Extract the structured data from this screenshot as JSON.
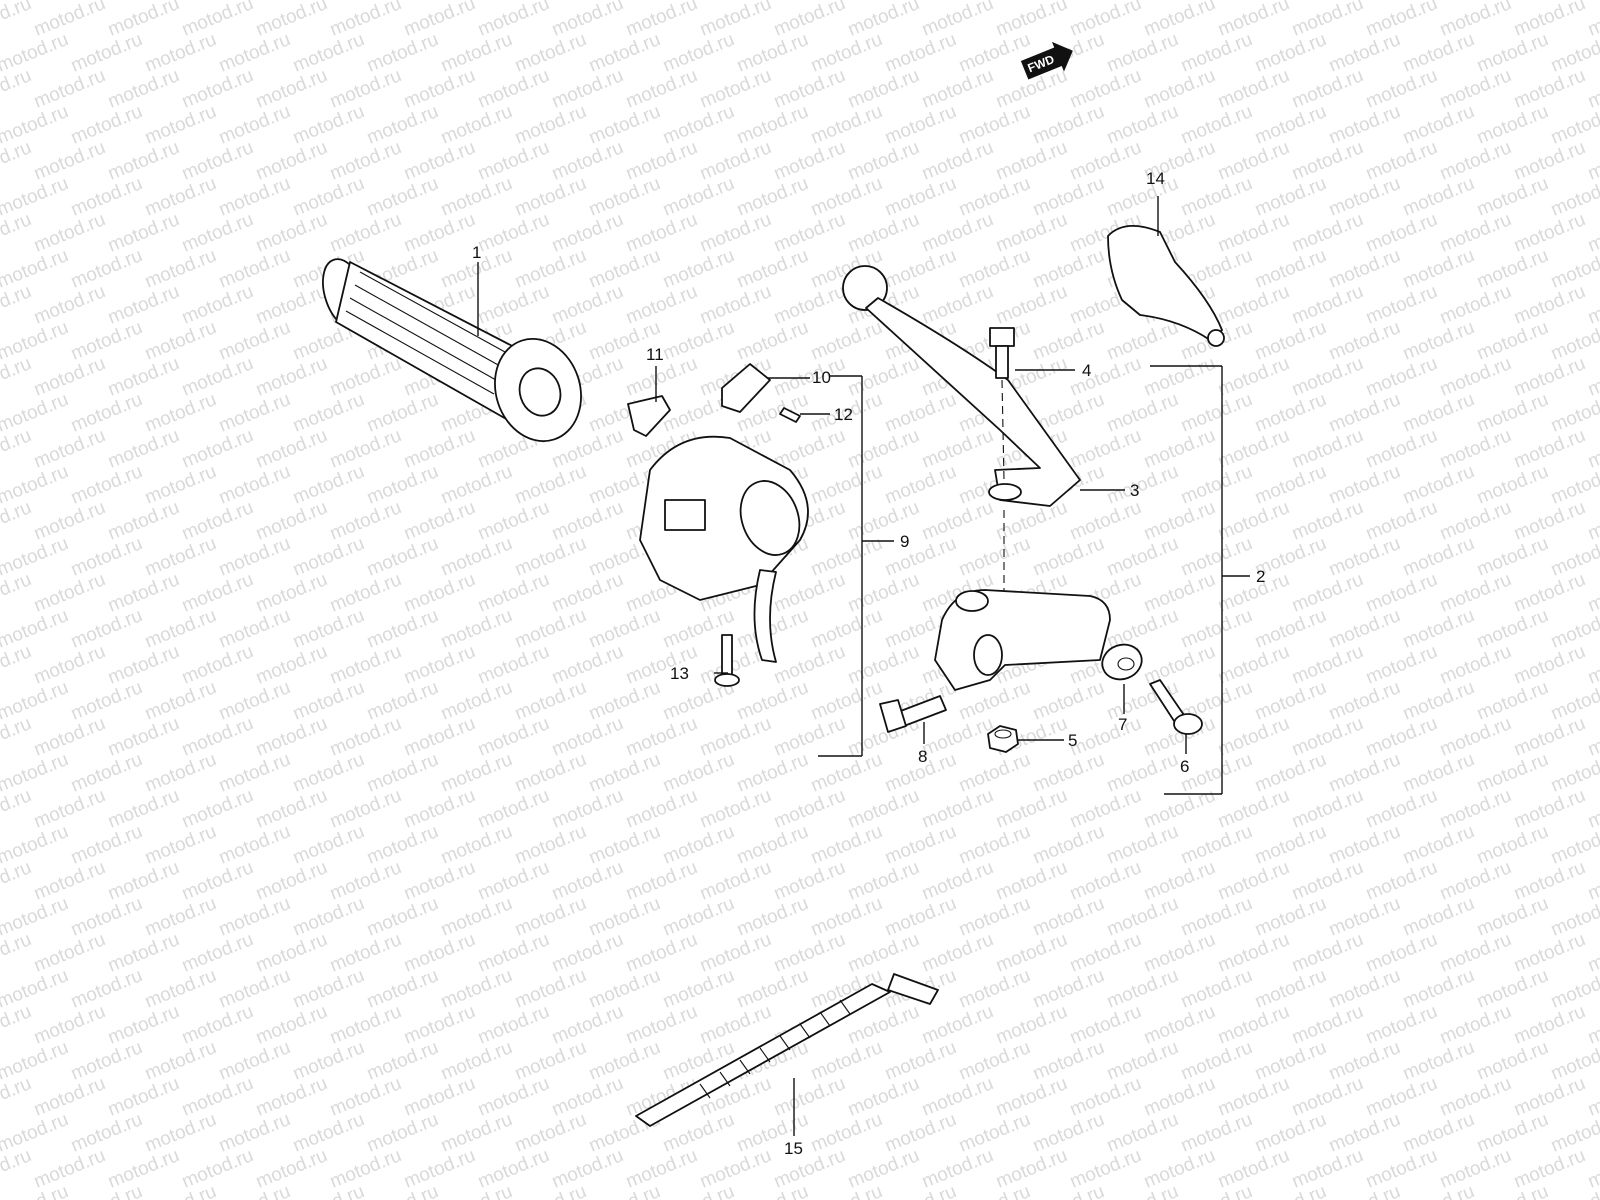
{
  "watermark": "motod.ru",
  "direction_badge": "FWD",
  "callouts": [
    {
      "id": "callout-1",
      "label": "1"
    },
    {
      "id": "callout-2",
      "label": "2"
    },
    {
      "id": "callout-3",
      "label": "3"
    },
    {
      "id": "callout-4",
      "label": "4"
    },
    {
      "id": "callout-5",
      "label": "5"
    },
    {
      "id": "callout-6",
      "label": "6"
    },
    {
      "id": "callout-7",
      "label": "7"
    },
    {
      "id": "callout-8",
      "label": "8"
    },
    {
      "id": "callout-9",
      "label": "9"
    },
    {
      "id": "callout-10",
      "label": "10"
    },
    {
      "id": "callout-11",
      "label": "11"
    },
    {
      "id": "callout-12",
      "label": "12"
    },
    {
      "id": "callout-13",
      "label": "13"
    },
    {
      "id": "callout-14",
      "label": "14"
    },
    {
      "id": "callout-15",
      "label": "15"
    }
  ],
  "colors": {
    "line": "#111111",
    "watermark": "#d9d9d9",
    "background": "#ffffff"
  }
}
